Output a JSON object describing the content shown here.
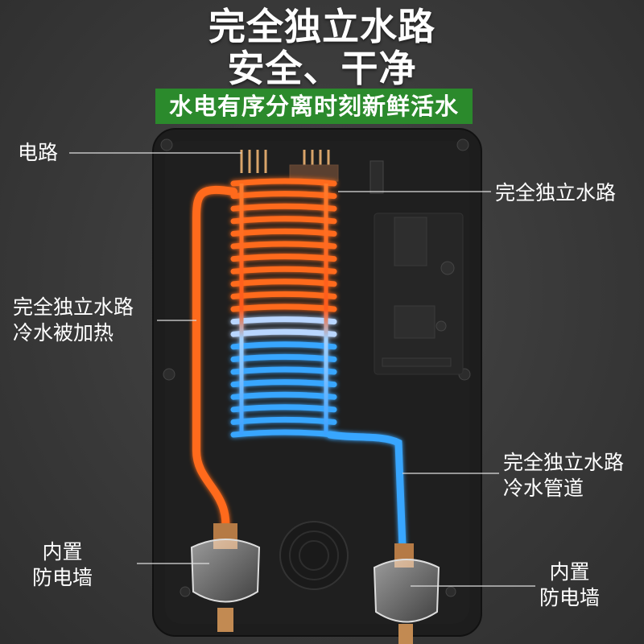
{
  "headline": {
    "line1": "完全独立水路",
    "line2": "安全、干净"
  },
  "banner": {
    "text": "水电有序分离时刻新鲜活水"
  },
  "callouts": {
    "circuit": "电路",
    "independent_waterway": "完全独立水路",
    "heating": {
      "line1": "完全独立水路",
      "line2": "冷水被加热"
    },
    "cold_pipe": {
      "line1": "完全独立水路",
      "line2": "冷水管道"
    },
    "firewall_left": {
      "line1": "内置",
      "line2": "防电墙"
    },
    "firewall_right": {
      "line1": "内置",
      "line2": "防电墙"
    }
  },
  "colors": {
    "hot_pipe": "#ff6a1a",
    "cold_pipe": "#39a6ff",
    "banner": "#2b8a2c",
    "panel": "#1e1e1e"
  }
}
